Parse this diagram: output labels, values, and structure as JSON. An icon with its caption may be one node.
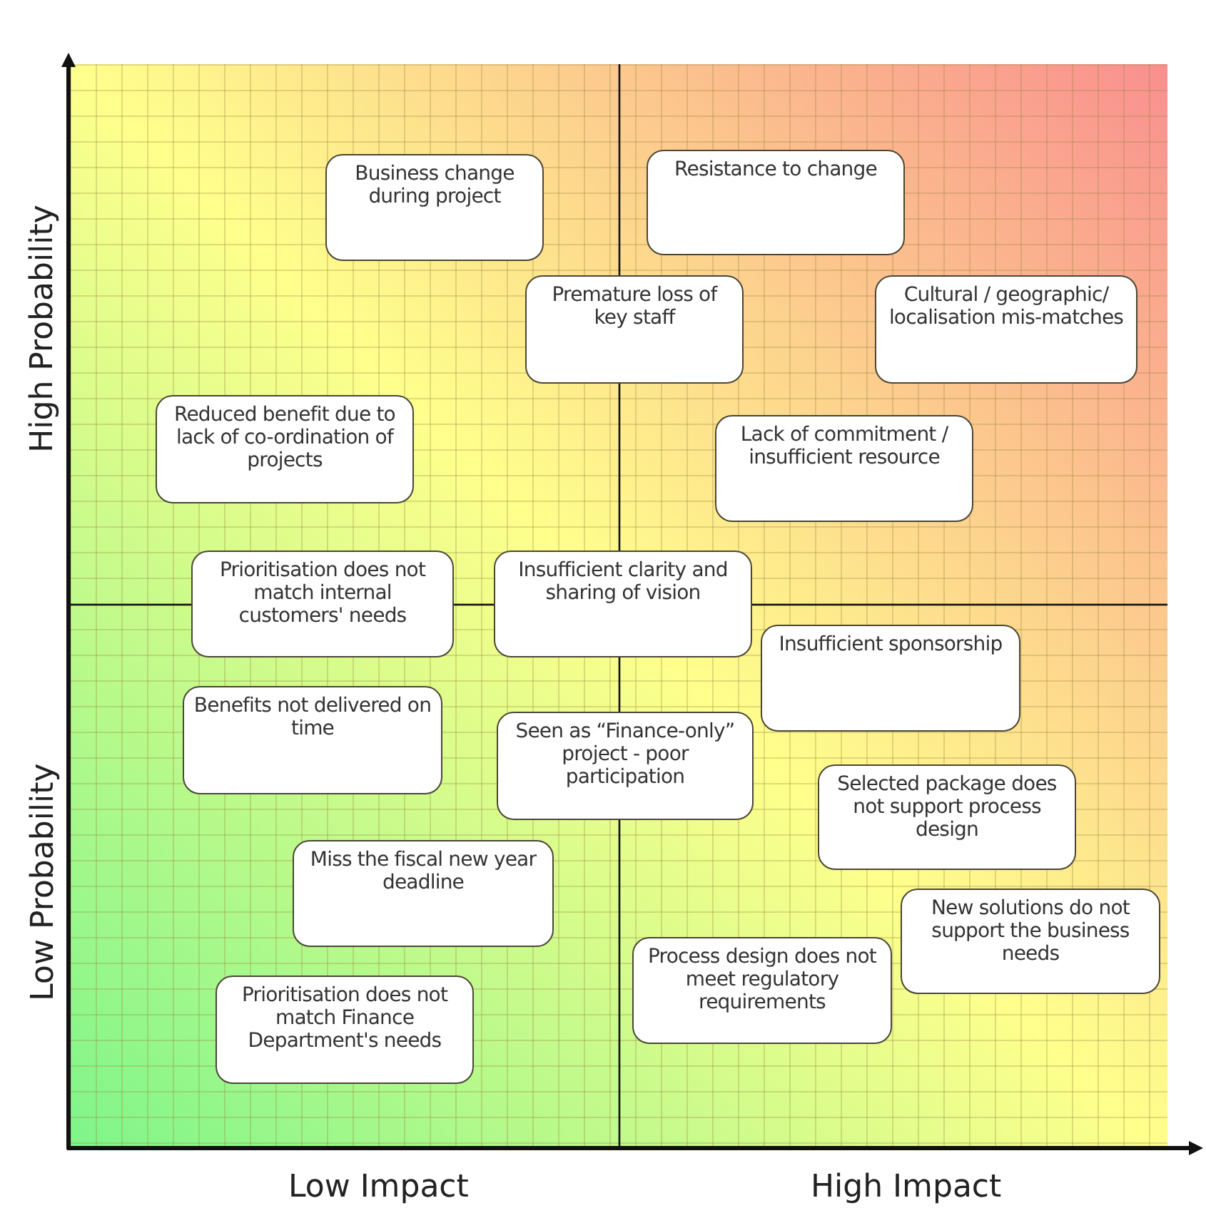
{
  "diagram": {
    "nodes": [
      {
        "text": [
          "Business change during project"
        ]
      },
      {
        "text": [
          "Resistance to change"
        ]
      },
      {
        "text": [
          "Premature loss of key staff"
        ]
      },
      {
        "text": [
          "Cultural / geographic/ localisation mis-matches"
        ]
      },
      {
        "text": [
          "Reduced benefit due to lack of co-ordination of projects"
        ]
      },
      {
        "text": [
          "Lack of commitment / insufficient resource"
        ]
      },
      {
        "text": [
          "Prioritisation does not match internal customers' needs"
        ]
      },
      {
        "text": [
          "Insufficient clarity and sharing of vision"
        ]
      },
      {
        "text": [
          "Insufficient sponsorship"
        ]
      },
      {
        "text": [
          "Benefits not delivered on time"
        ]
      },
      {
        "text": [
          "Seen as “Finance-only” project - poor participation"
        ]
      },
      {
        "text": [
          "Selected package does not support process design"
        ]
      },
      {
        "text": [
          "Miss the fiscal new year deadline"
        ]
      },
      {
        "text": [
          "New solutions do not support the business needs"
        ]
      },
      {
        "text": [
          "Process design does not meet regulatory requirements"
        ]
      },
      {
        "text": [
          "Prioritisation does not match  Finance Department's needs"
        ]
      }
    ],
    "labels": [
      "High Probability",
      "Low Probability",
      "Low Impact",
      "High Impact"
    ]
  }
}
